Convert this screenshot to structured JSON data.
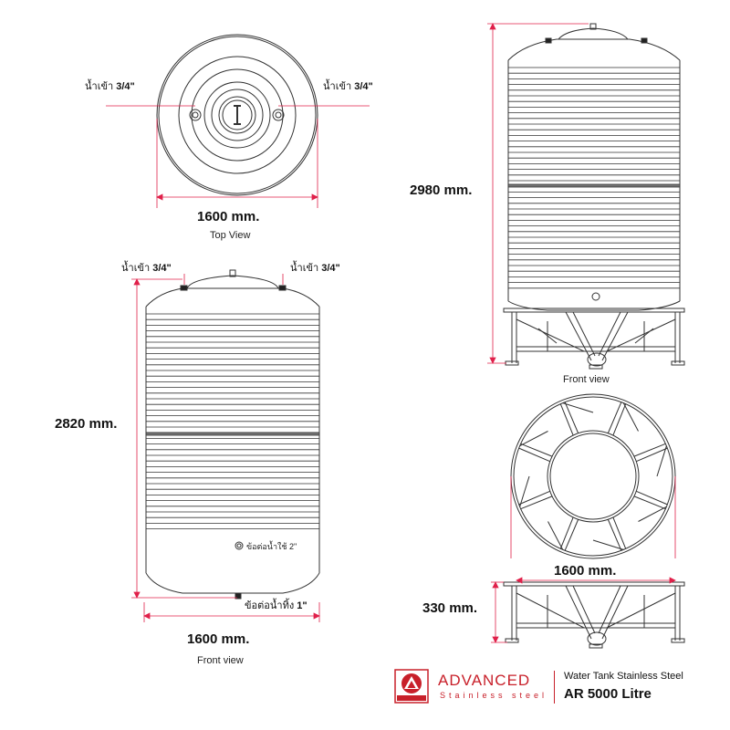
{
  "top_view": {
    "inlet_left": {
      "prefix": "น้ำเข้า",
      "size": "3/4\""
    },
    "inlet_right": {
      "prefix": "น้ำเข้า",
      "size": "3/4\""
    },
    "width_dim": "1600 mm.",
    "caption": "Top View"
  },
  "front_left": {
    "inlet_left": {
      "prefix": "น้ำเข้า",
      "size": "3/4\""
    },
    "inlet_right": {
      "prefix": "น้ำเข้า",
      "size": "3/4\""
    },
    "height_dim": "2820 mm.",
    "outlet_label": "ข้อต่อน้ำใช้ 2\"",
    "drain_label": {
      "prefix": "ข้อต่อน้ำทิ้ง",
      "size": "1\""
    },
    "width_dim": "1600 mm.",
    "caption": "Front view"
  },
  "front_right": {
    "height_dim": "2980 mm.",
    "caption": "Front view"
  },
  "stand": {
    "width_dim": "1600 mm.",
    "height_dim": "330 mm."
  },
  "brand": {
    "name": "ADVANCED",
    "sub": "Stainless  steel",
    "logo_text": "ADVANCED",
    "description": "Water Tank Stainless Steel",
    "model": "AR 5000 Litre"
  },
  "colors": {
    "line": "#333333",
    "dimension": "#e0204a",
    "brand": "#c8202a"
  }
}
